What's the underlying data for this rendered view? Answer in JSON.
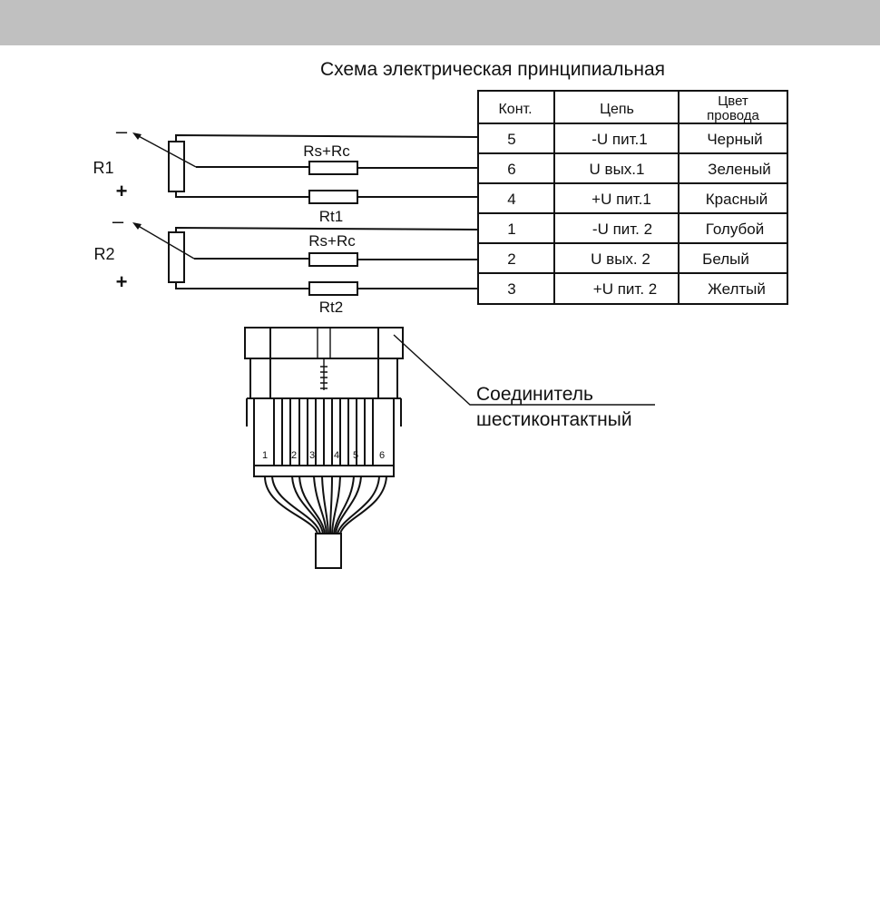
{
  "header": {
    "bar_color": "#c0c0c0"
  },
  "title": "Схема электрическая принципиальная",
  "sensors": [
    {
      "name": "R1",
      "minus": "–",
      "plus": "+",
      "resistor_top": "Rs+Rc",
      "resistor_bottom": "Rt1"
    },
    {
      "name": "R2",
      "minus": "–",
      "plus": "+",
      "resistor_top": "Rs+Rc",
      "resistor_bottom": "Rt2"
    }
  ],
  "table": {
    "headers": [
      "Конт.",
      "Цепь",
      "Цвет",
      "провода"
    ],
    "rows": [
      [
        "5",
        "-U пит.1",
        "Черный"
      ],
      [
        "6",
        "U вых.1",
        "Зеленый"
      ],
      [
        "4",
        "+U пит.1",
        "Красный"
      ],
      [
        "1",
        "-U пит. 2",
        "Голубой"
      ],
      [
        "2",
        "U вых. 2",
        "Белый"
      ],
      [
        "3",
        "+U пит. 2",
        "Желтый"
      ]
    ]
  },
  "connector": {
    "label_line1": "Соединитель",
    "label_line2": "шестиконтактный",
    "pins": [
      "1",
      "2",
      "3",
      "4",
      "5",
      "6"
    ]
  }
}
